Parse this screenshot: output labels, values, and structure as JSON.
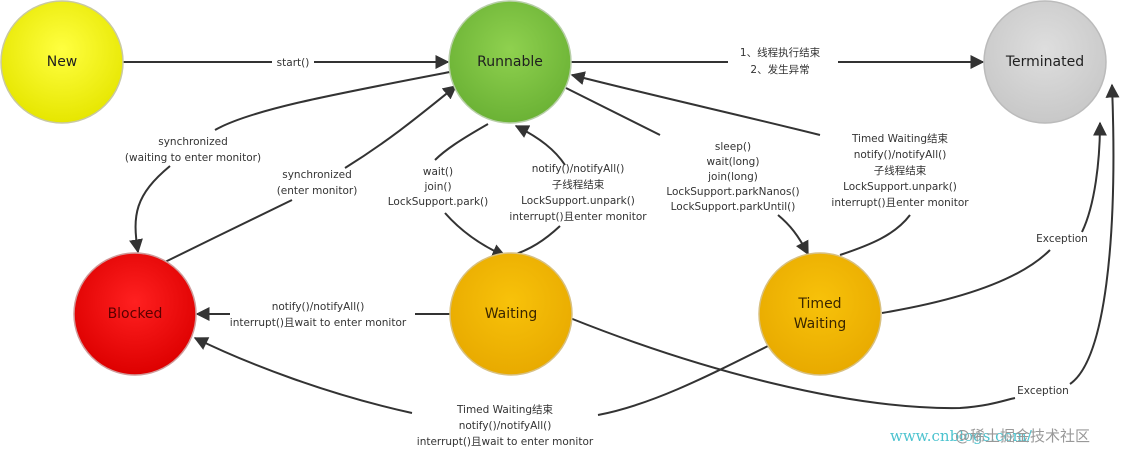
{
  "title": "Java Thread State Transitions",
  "colors": {
    "new": "#f2f200",
    "runnable": "#7cc242",
    "terminated": "#d4d4d4",
    "blocked": "#ee1010",
    "waiting": "#f2b705",
    "timed_waiting": "#f2b705",
    "edge": "#333333"
  },
  "nodes": {
    "new": "New",
    "runnable": "Runnable",
    "terminated": "Terminated",
    "blocked": "Blocked",
    "waiting": "Waiting",
    "timed_waiting": [
      "Timed",
      "Waiting"
    ]
  },
  "edges": {
    "new_to_runnable": [
      "start()"
    ],
    "runnable_to_terminated": [
      "1、线程执行结束",
      "2、发生异常"
    ],
    "runnable_to_blocked": [
      "synchronized",
      "(waiting to enter monitor)"
    ],
    "blocked_to_runnable": [
      "synchronized",
      "(enter monitor)"
    ],
    "runnable_to_waiting": [
      "wait()",
      "join()",
      "LockSupport.park()"
    ],
    "waiting_to_runnable": [
      "notify()/notifyAll()",
      "子线程结束",
      "LockSupport.unpark()",
      "interrupt()且enter monitor"
    ],
    "runnable_to_timed_waiting": [
      "sleep()",
      "wait(long)",
      "join(long)",
      "LockSupport.parkNanos()",
      "LockSupport.parkUntil()"
    ],
    "timed_waiting_to_runnable": [
      "Timed Waiting结束",
      "notify()/notifyAll()",
      "子线程结束",
      "LockSupport.unpark()",
      "interrupt()且enter monitor"
    ],
    "waiting_to_blocked": [
      "notify()/notifyAll()",
      "interrupt()且wait to enter monitor"
    ],
    "timed_waiting_to_blocked": [
      "Timed Waiting结束",
      "notify()/notifyAll()",
      "interrupt()且wait to enter monitor"
    ],
    "timed_waiting_to_terminated": [
      "Exception"
    ],
    "waiting_to_terminated": [
      "Exception"
    ]
  },
  "watermark": {
    "url": "www.cnblogs.com/",
    "source": "@稀土掘金技术社区"
  }
}
